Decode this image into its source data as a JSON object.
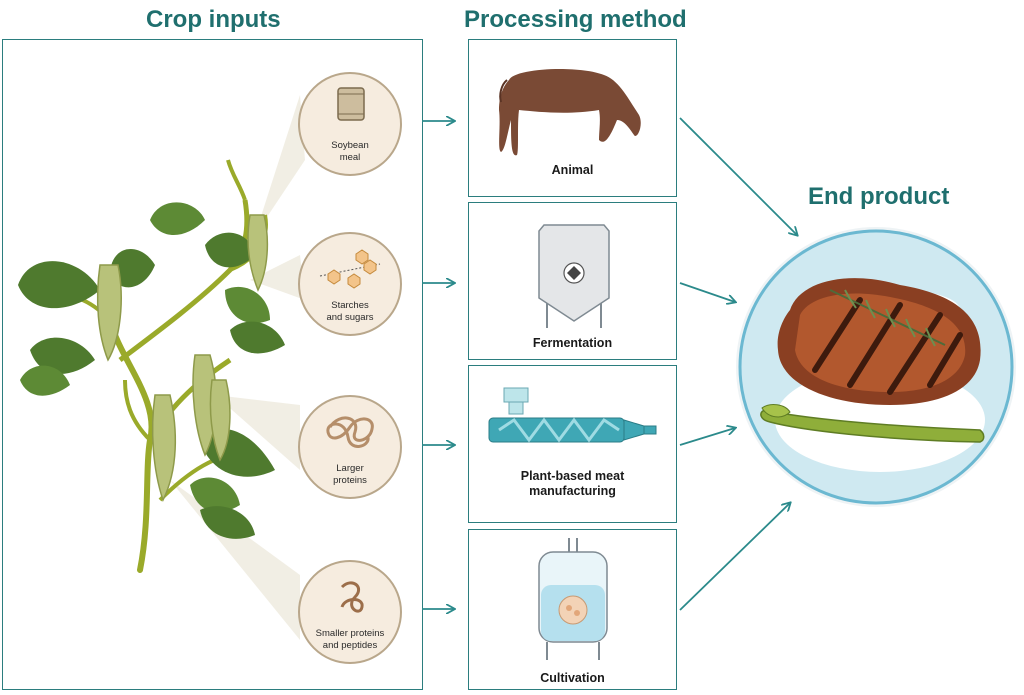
{
  "headings": {
    "crop_inputs": "Crop inputs",
    "processing_method": "Processing method",
    "end_product": "End product"
  },
  "crop_inputs": [
    {
      "line1": "Soybean",
      "line2": "meal"
    },
    {
      "line1": "Starches",
      "line2": "and sugars"
    },
    {
      "line1": "Larger",
      "line2": "proteins"
    },
    {
      "line1": "Smaller proteins",
      "line2": "and peptides"
    }
  ],
  "processing_methods": [
    {
      "line1": "Animal",
      "line2": ""
    },
    {
      "line1": "Fermentation",
      "line2": ""
    },
    {
      "line1": "Plant-based meat",
      "line2": "manufacturing"
    },
    {
      "line1": "Cultivation",
      "line2": ""
    }
  ],
  "colors": {
    "teal": "#1f6f6e",
    "arrow": "#2b8a8b",
    "circle_fill": "#f6ecdf",
    "plate": "#cfe9f1",
    "plant_green": "#9aaa2a"
  }
}
